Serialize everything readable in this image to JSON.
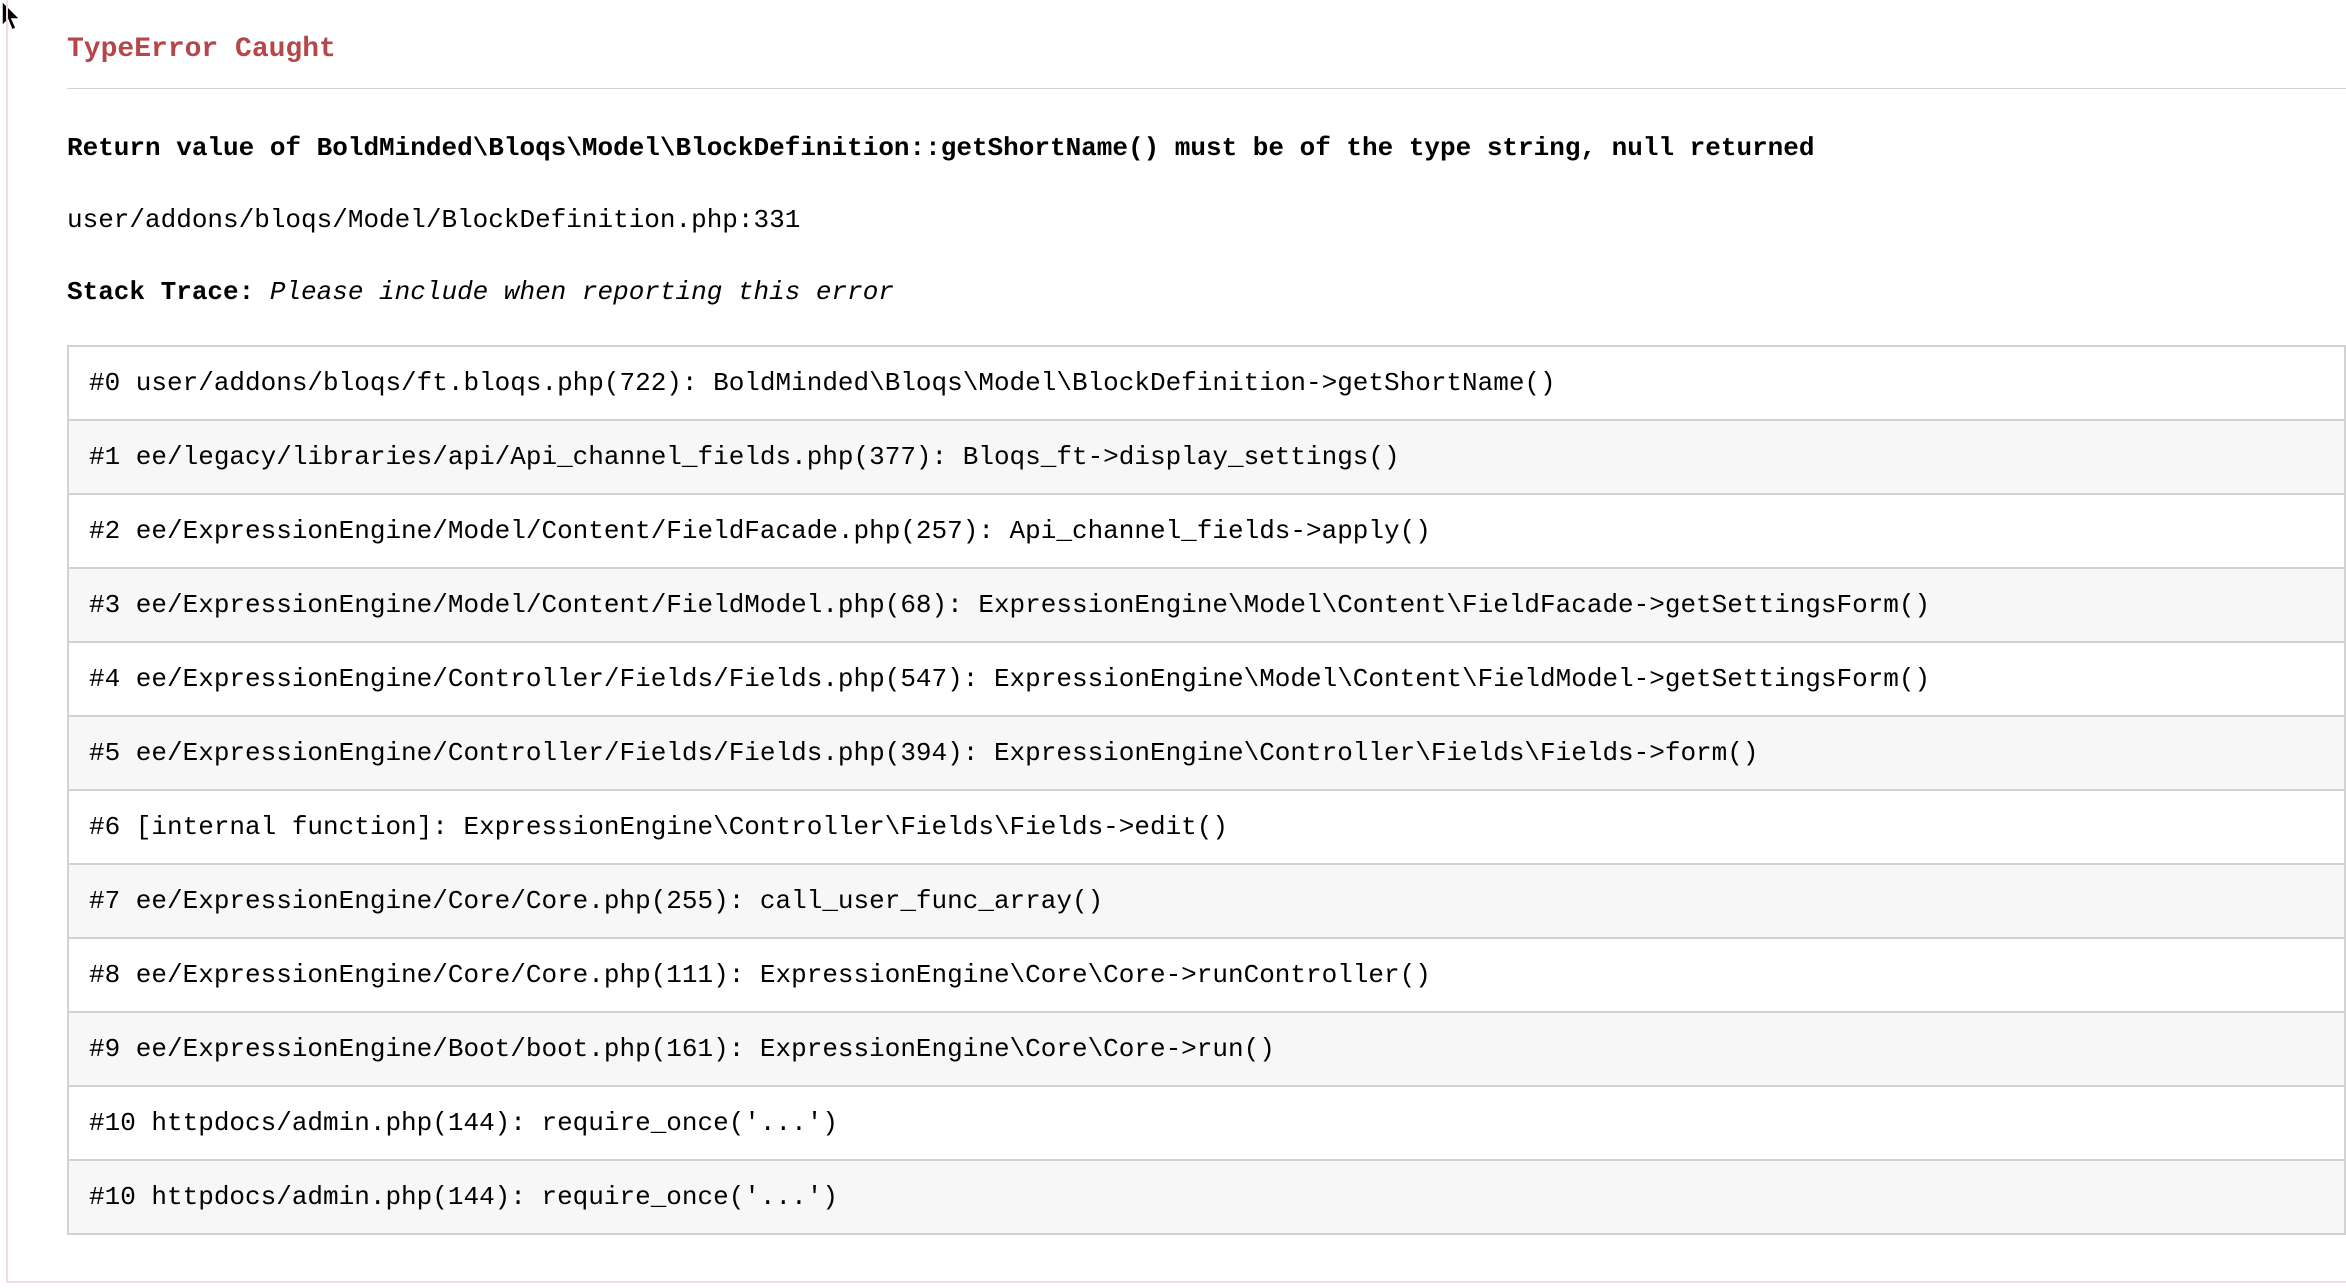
{
  "error": {
    "title": "TypeError Caught",
    "message": "Return value of BoldMinded\\Bloqs\\Model\\BlockDefinition::getShortName() must be of the type string, null returned",
    "location": "user/addons/bloqs/Model/BlockDefinition.php:331",
    "stack_trace_label": "Stack Trace:",
    "stack_trace_note": " Please include when reporting this error"
  },
  "stack_trace": [
    "#0 user/addons/bloqs/ft.bloqs.php(722): BoldMinded\\Bloqs\\Model\\BlockDefinition->getShortName()",
    "#1 ee/legacy/libraries/api/Api_channel_fields.php(377): Bloqs_ft->display_settings()",
    "#2 ee/ExpressionEngine/Model/Content/FieldFacade.php(257): Api_channel_fields->apply()",
    "#3 ee/ExpressionEngine/Model/Content/FieldModel.php(68): ExpressionEngine\\Model\\Content\\FieldFacade->getSettingsForm()",
    "#4 ee/ExpressionEngine/Controller/Fields/Fields.php(547): ExpressionEngine\\Model\\Content\\FieldModel->getSettingsForm()",
    "#5 ee/ExpressionEngine/Controller/Fields/Fields.php(394): ExpressionEngine\\Controller\\Fields\\Fields->form()",
    "#6 [internal function]: ExpressionEngine\\Controller\\Fields\\Fields->edit()",
    "#7 ee/ExpressionEngine/Core/Core.php(255): call_user_func_array()",
    "#8 ee/ExpressionEngine/Core/Core.php(111): ExpressionEngine\\Core\\Core->runController()",
    "#9 ee/ExpressionEngine/Boot/boot.php(161): ExpressionEngine\\Core\\Core->run()",
    "#10 httpdocs/admin.php(144): require_once('...')",
    "#10 httpdocs/admin.php(144): require_once('...')"
  ],
  "colors": {
    "title": "#b5474a",
    "row_alt": "#f7f7f7",
    "border": "#d2d2d2"
  }
}
